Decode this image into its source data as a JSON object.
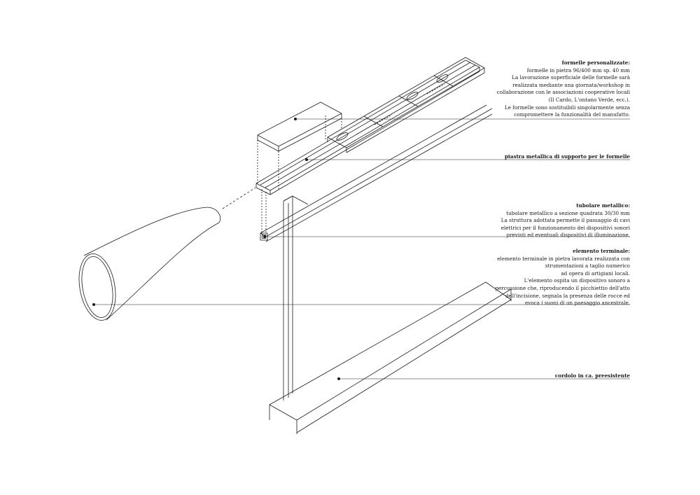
{
  "annotations": {
    "formelle": {
      "title": "formelle personalizzate:",
      "lines": [
        "formelle in pietra 96/400 mm sp. 40 mm",
        "La lavorazione superficiale delle formelle sarà",
        "realizzata mediante una giornata/workshop in",
        "collaborazione con le associazioni cooperative locali",
        "(Il Cardo, L'ontano Verde, ecc.).",
        "Le formelle sono sostituibili singolarmente senza",
        "compromettere la funzionalità del manufatto."
      ]
    },
    "piastra": {
      "title": "piastra metallica di supporto per le formelle"
    },
    "tubolare": {
      "title": "tubolare metallico:",
      "lines": [
        "tubolare metallico a sezione quadrata 30/30 mm",
        "La struttura adottata permette il passaggio di cavi",
        "elettrici per il funzionamento dei dispositivi sonori",
        "previsti ed eventuali dispositivi di illuminazione."
      ]
    },
    "terminale": {
      "title": "elemento terminale:",
      "lines": [
        "elemento terminale in pietra lavorata realizzata con",
        "strumentazioni a taglio numerico",
        "ad opera di artigiani locali.",
        "L'elemento ospita un dispositivo sonoro a",
        "percussione che, riproducendo il picchiettio dell'atto",
        "dell'incisione, segnala la presenza delle rocce ed",
        "evoca i suoni di un paesaggio ancestrale."
      ]
    },
    "cordolo": {
      "title": "cordolo in ca. preesistente"
    }
  }
}
